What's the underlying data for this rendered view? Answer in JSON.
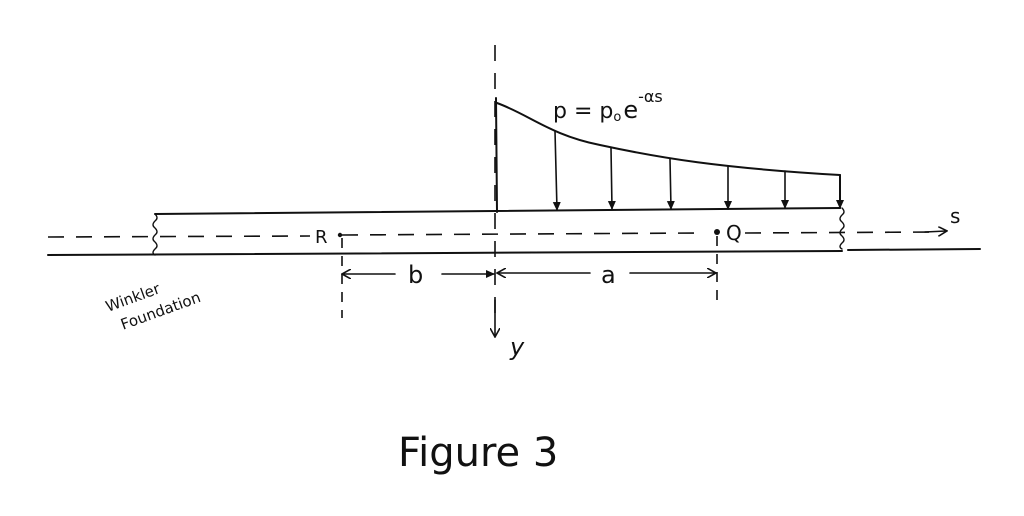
{
  "load_formula": {
    "base": "p = p",
    "subscript": "o",
    "e": "e",
    "exponent": "-αs"
  },
  "labels": {
    "R": "R",
    "Q": "Q",
    "s": "s",
    "y": "y",
    "a": "a",
    "b": "b",
    "foundation_line1": "Winkler",
    "foundation_line2": "Foundation"
  },
  "caption": "Figure 3"
}
